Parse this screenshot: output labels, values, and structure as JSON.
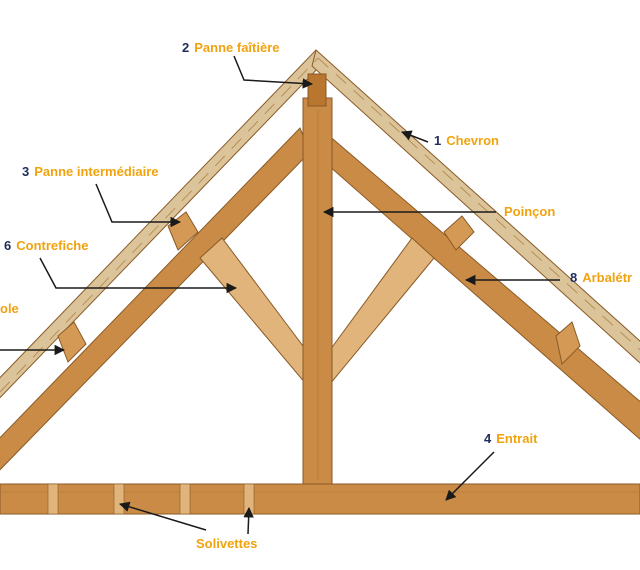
{
  "colors": {
    "number": "#1f2d5c",
    "label": "#f0a30f",
    "wood_main": "#c98b45",
    "wood_light": "#e0b47a",
    "wood_pale": "#dcc49a",
    "wood_edge": "#8a5a26",
    "arrow": "#1a1a1a"
  },
  "labels": {
    "panne_faitiere": {
      "num": "2",
      "text": "Panne faîtière"
    },
    "chevron": {
      "num": "1",
      "text": "Chevron"
    },
    "panne_intermediaire": {
      "num": "3",
      "text": "Panne intermédiaire"
    },
    "poincon": {
      "num": "",
      "text": "Poinçon"
    },
    "contrefiche": {
      "num": "6",
      "text": "Contrefiche"
    },
    "arbaletrier": {
      "num": "8",
      "text": "Arbalétr"
    },
    "sablière": {
      "num": "",
      "text": "ole"
    },
    "entrait": {
      "num": "4",
      "text": "Entrait"
    },
    "solivettes": {
      "num": "",
      "text": "Solivettes"
    }
  }
}
